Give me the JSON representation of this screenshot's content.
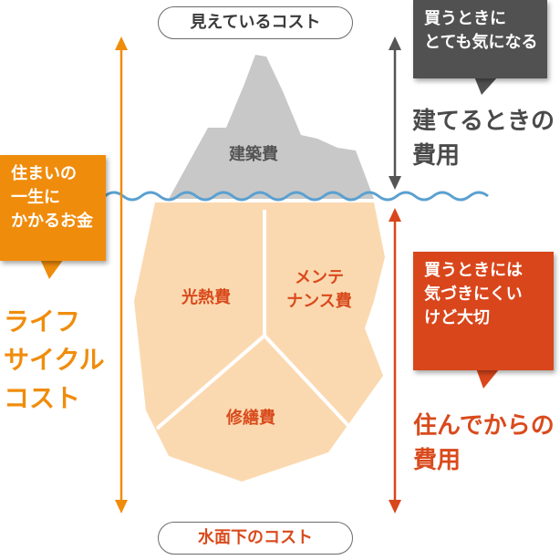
{
  "visible_label": "見えているコスト",
  "hidden_label": "水面下のコスト",
  "callouts": {
    "buying_notice": [
      "買うときに",
      "とても気になる"
    ],
    "lifetime_money": [
      "住まいの",
      "一生に",
      "かかるお金"
    ],
    "buying_unaware": [
      "買うときには",
      "気づきにくい",
      "けど大切"
    ]
  },
  "labels": {
    "build_cost": [
      "建てるときの",
      "費用"
    ],
    "lifecycle_cost": [
      "ライフ",
      "サイクル",
      "コスト"
    ],
    "living_cost": [
      "住んでからの",
      "費用"
    ]
  },
  "iceberg": {
    "construction": "建築費",
    "utilities": "光熱費",
    "maintenance": [
      "メンテ",
      "ナンス費"
    ],
    "repair": "修繕費"
  },
  "colors": {
    "gray_callout": "#515151",
    "orange": "#f08c0c",
    "red_orange": "#d9461b",
    "iceberg_top": "#c8c8c8",
    "iceberg_bottom": "#fbd9b0",
    "water": "#5aa0d0"
  }
}
